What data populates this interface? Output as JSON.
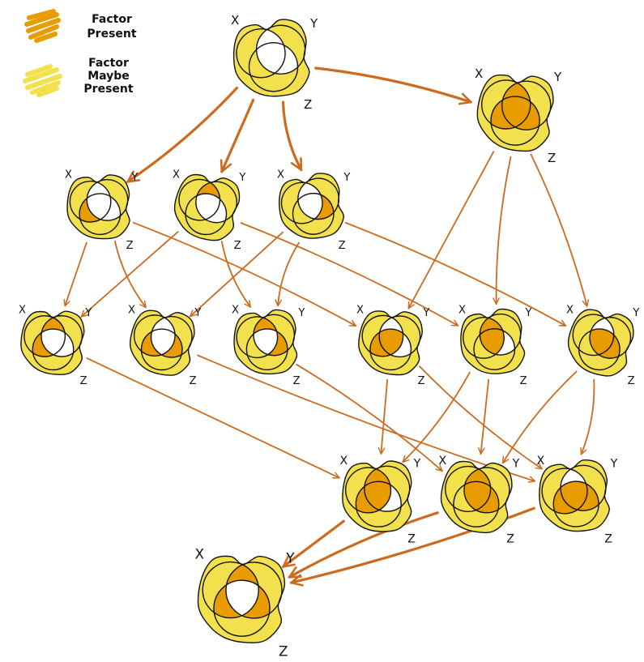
{
  "colors": {
    "present": "#e89c00",
    "maybe": "#f2e04d",
    "absent": "#ffffff",
    "outline": "#141414",
    "arrow": "#cc6a1e"
  },
  "legend": {
    "present": {
      "lines": [
        "Factor",
        "Present"
      ],
      "swatch_icon": "orange-marker-scribble-icon"
    },
    "maybe": {
      "lines": [
        "Factor",
        "Maybe",
        "Present"
      ],
      "swatch_icon": "yellow-marker-scribble-icon"
    }
  },
  "set_labels": {
    "x": "X",
    "y": "Y",
    "z": "Z"
  },
  "diagrams": [
    {
      "id": "d0",
      "state": {
        "x": "maybe",
        "y": "maybe",
        "z": "maybe",
        "xy": "absent",
        "xz": "maybe",
        "yz": "absent",
        "xyz": "absent"
      }
    },
    {
      "id": "d1",
      "state": {
        "x": "maybe",
        "y": "maybe",
        "z": "maybe",
        "xy": "present",
        "xz": "present",
        "yz": "present",
        "xyz": "present"
      }
    },
    {
      "id": "d2",
      "state": {
        "x": "maybe",
        "y": "maybe",
        "z": "maybe",
        "xy": "absent",
        "xz": "present",
        "yz": "absent",
        "xyz": "absent"
      }
    },
    {
      "id": "d3",
      "state": {
        "x": "maybe",
        "y": "maybe",
        "z": "maybe",
        "xy": "present",
        "xz": "maybe",
        "yz": "absent",
        "xyz": "absent"
      }
    },
    {
      "id": "d4",
      "state": {
        "x": "maybe",
        "y": "maybe",
        "z": "maybe",
        "xy": "absent",
        "xz": "maybe",
        "yz": "present",
        "xyz": "absent"
      }
    },
    {
      "id": "d5",
      "state": {
        "x": "maybe",
        "y": "maybe",
        "z": "maybe",
        "xy": "present",
        "xz": "present",
        "yz": "absent",
        "xyz": "absent"
      }
    },
    {
      "id": "d6",
      "state": {
        "x": "maybe",
        "y": "maybe",
        "z": "maybe",
        "xy": "absent",
        "xz": "present",
        "yz": "present",
        "xyz": "absent"
      }
    },
    {
      "id": "d7",
      "state": {
        "x": "maybe",
        "y": "maybe",
        "z": "maybe",
        "xy": "present",
        "xz": "maybe",
        "yz": "present",
        "xyz": "absent"
      }
    },
    {
      "id": "d8",
      "state": {
        "x": "maybe",
        "y": "maybe",
        "z": "maybe",
        "xy": "absent",
        "xz": "present",
        "yz": "absent",
        "xyz": "present"
      }
    },
    {
      "id": "d9",
      "state": {
        "x": "maybe",
        "y": "maybe",
        "z": "maybe",
        "xy": "present",
        "xz": "maybe",
        "yz": "absent",
        "xyz": "present"
      }
    },
    {
      "id": "d10",
      "state": {
        "x": "maybe",
        "y": "maybe",
        "z": "maybe",
        "xy": "absent",
        "xz": "maybe",
        "yz": "present",
        "xyz": "present"
      }
    },
    {
      "id": "d11",
      "state": {
        "x": "maybe",
        "y": "maybe",
        "z": "maybe",
        "xy": "present",
        "xz": "present",
        "yz": "absent",
        "xyz": "present"
      }
    },
    {
      "id": "d12",
      "state": {
        "x": "maybe",
        "y": "maybe",
        "z": "maybe",
        "xy": "present",
        "xz": "maybe",
        "yz": "present",
        "xyz": "present"
      }
    },
    {
      "id": "d13",
      "state": {
        "x": "maybe",
        "y": "maybe",
        "z": "maybe",
        "xy": "absent",
        "xz": "present",
        "yz": "present",
        "xyz": "present"
      }
    },
    {
      "id": "d14",
      "state": {
        "x": "maybe",
        "y": "maybe",
        "z": "maybe",
        "xy": "present",
        "xz": "present",
        "yz": "present",
        "xyz": "absent"
      }
    }
  ],
  "arrows": [
    {
      "from": "d0",
      "to": "d2"
    },
    {
      "from": "d0",
      "to": "d3"
    },
    {
      "from": "d0",
      "to": "d4"
    },
    {
      "from": "d0",
      "to": "d1"
    },
    {
      "from": "d2",
      "to": "d5"
    },
    {
      "from": "d2",
      "to": "d6"
    },
    {
      "from": "d2",
      "to": "d8"
    },
    {
      "from": "d3",
      "to": "d5"
    },
    {
      "from": "d3",
      "to": "d7"
    },
    {
      "from": "d3",
      "to": "d9"
    },
    {
      "from": "d4",
      "to": "d6"
    },
    {
      "from": "d4",
      "to": "d7"
    },
    {
      "from": "d4",
      "to": "d10"
    },
    {
      "from": "d1",
      "to": "d8"
    },
    {
      "from": "d1",
      "to": "d9"
    },
    {
      "from": "d1",
      "to": "d10"
    },
    {
      "from": "d5",
      "to": "d11"
    },
    {
      "from": "d6",
      "to": "d13"
    },
    {
      "from": "d7",
      "to": "d12"
    },
    {
      "from": "d8",
      "to": "d11"
    },
    {
      "from": "d8",
      "to": "d13"
    },
    {
      "from": "d9",
      "to": "d11"
    },
    {
      "from": "d9",
      "to": "d12"
    },
    {
      "from": "d10",
      "to": "d12"
    },
    {
      "from": "d10",
      "to": "d13"
    },
    {
      "from": "d11",
      "to": "d14"
    },
    {
      "from": "d12",
      "to": "d14"
    },
    {
      "from": "d13",
      "to": "d14"
    }
  ]
}
